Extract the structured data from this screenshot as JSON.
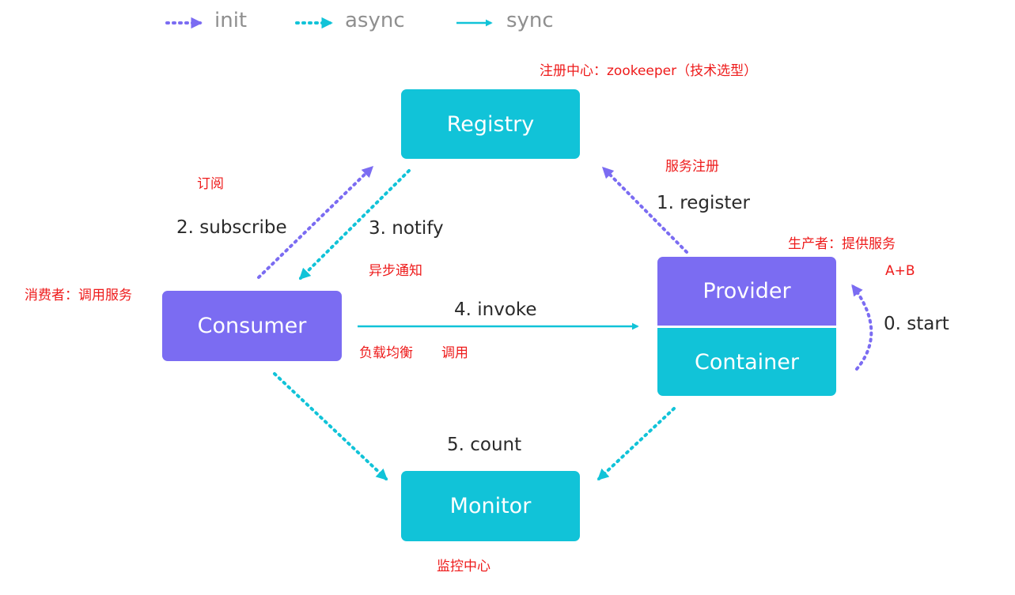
{
  "legend": {
    "init": "init",
    "async": "async",
    "sync": "sync"
  },
  "colors": {
    "init": "#7b6cf2",
    "async": "#11c3d8",
    "sync": "#11c3d8",
    "annotation": "#ee1b1b"
  },
  "nodes": {
    "registry": "Registry",
    "consumer": "Consumer",
    "provider": "Provider",
    "container": "Container",
    "monitor": "Monitor"
  },
  "steps": {
    "start": "0. start",
    "register": "1. register",
    "subscribe": "2. subscribe",
    "notify": "3. notify",
    "invoke": "4. invoke",
    "count": "5. count"
  },
  "annotations": {
    "registry_center": "注册中心：zookeeper（技术选型）",
    "service_register": "服务注册",
    "subscribe_cn": "订阅",
    "notify_cn": "异步通知",
    "producer": "生产者：提供服务",
    "a_plus_b": "A+B",
    "consumer_cn": "消费者：调用服务",
    "load_balance": "负载均衡",
    "invoke_cn": "调用",
    "monitor_center": "监控中心"
  }
}
